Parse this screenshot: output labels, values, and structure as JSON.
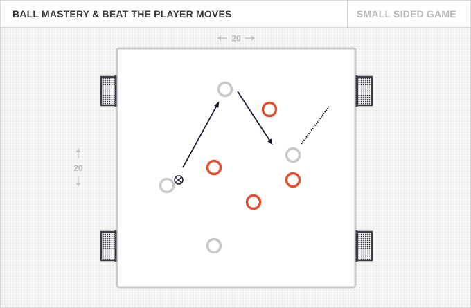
{
  "header": {
    "title": "BALL MASTERY & BEAT THE PLAYER MOVES",
    "subtitle": "SMALL SIDED GAME"
  },
  "field": {
    "width_label": "20",
    "height_label": "20"
  },
  "colors": {
    "team_white": "#c8c8c8",
    "team_red": "#e0502f",
    "arrow": "#1a1a2e",
    "goal": "#3f3a45",
    "field_line": "#c9c9c9"
  },
  "icons": {
    "ball": "soccer-ball-icon",
    "goal": "goal-icon",
    "player": "player-marker-icon"
  }
}
